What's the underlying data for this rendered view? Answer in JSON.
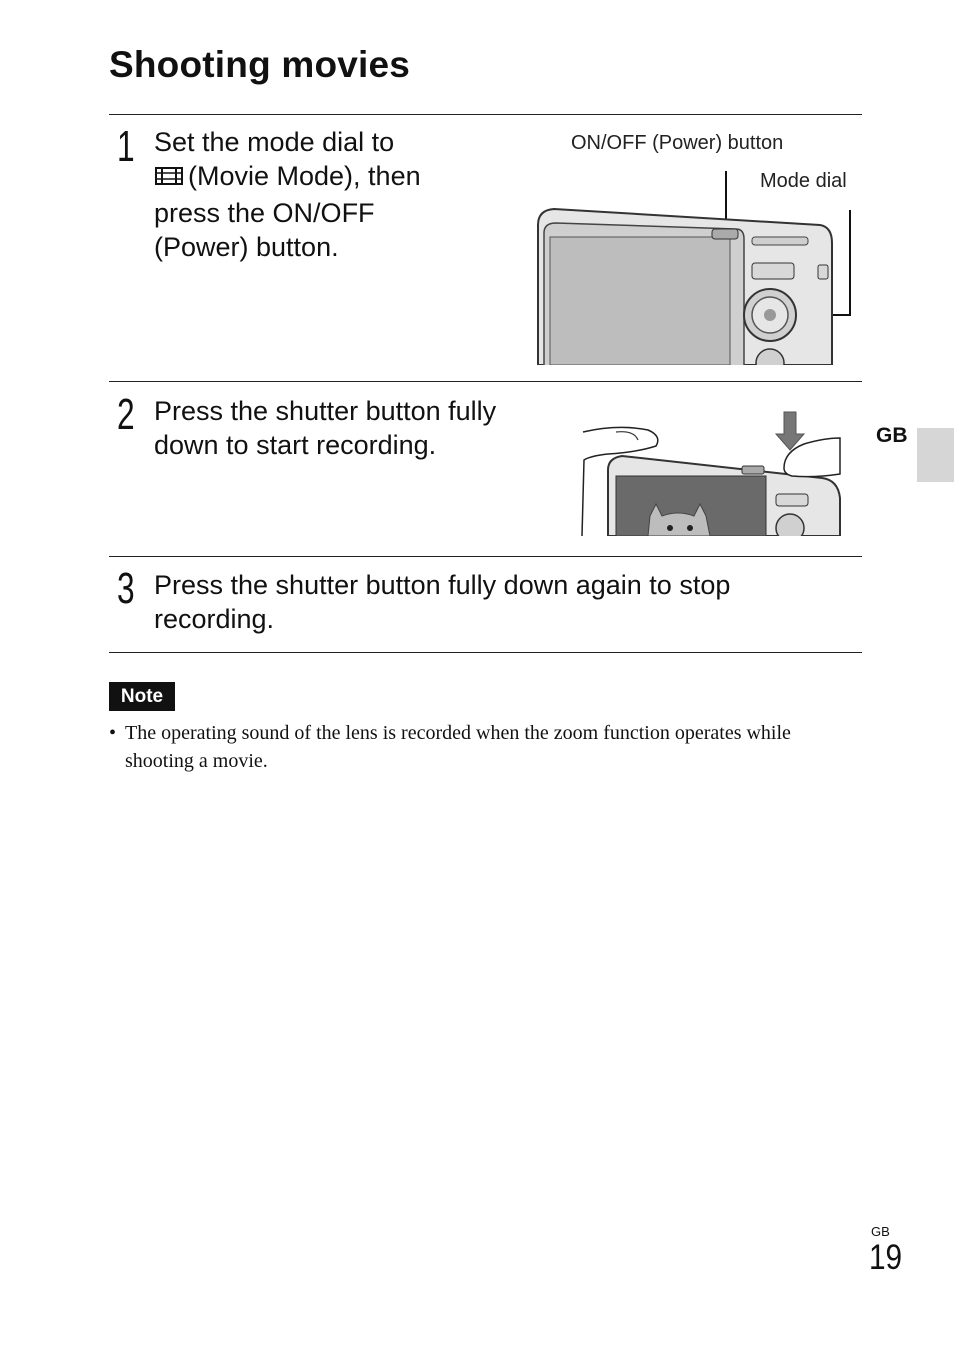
{
  "title": "Shooting movies",
  "steps": [
    {
      "number": "1",
      "text_line1": "Set the mode dial to",
      "text_line2_after_icon": "(Movie Mode), then",
      "text_line3": "press the ON/OFF",
      "text_line4": "(Power) button."
    },
    {
      "number": "2",
      "text": "Press the shutter button fully down to start recording."
    },
    {
      "number": "3",
      "text": "Press the shutter button fully down again to stop recording."
    }
  ],
  "callouts": {
    "power_button": "ON/OFF (Power) button",
    "mode_dial": "Mode dial"
  },
  "side_tab": "GB",
  "note": {
    "label": "Note",
    "bullet": "•",
    "text": "The operating sound of the lens is recorded when the zoom function operates while shooting a movie."
  },
  "footer": {
    "lang": "GB",
    "page": "19"
  },
  "icons": [
    "movie-mode-icon"
  ]
}
